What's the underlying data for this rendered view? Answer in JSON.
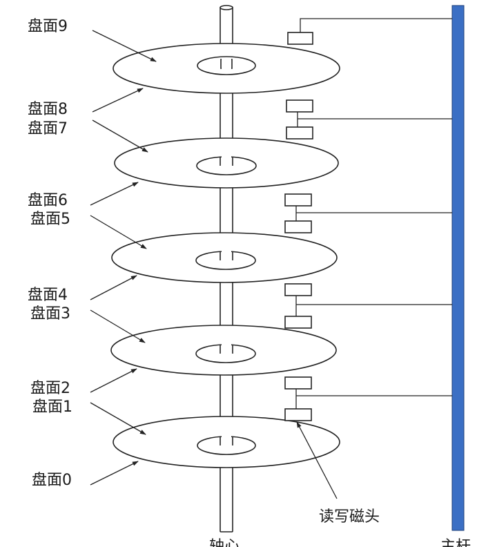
{
  "surfaces": [
    {
      "label": "盘面0"
    },
    {
      "label": "盘面1"
    },
    {
      "label": "盘面2"
    },
    {
      "label": "盘面3"
    },
    {
      "label": "盘面4"
    },
    {
      "label": "盘面5"
    },
    {
      "label": "盘面6"
    },
    {
      "label": "盘面7"
    },
    {
      "label": "盘面8"
    },
    {
      "label": "盘面9"
    }
  ],
  "head_label": "读写磁头",
  "spindle_label": "轴心",
  "arm_label": "主杆",
  "colors": {
    "arm": "#3b6fc4",
    "line": "#222222",
    "text": "#1a1a1a"
  }
}
